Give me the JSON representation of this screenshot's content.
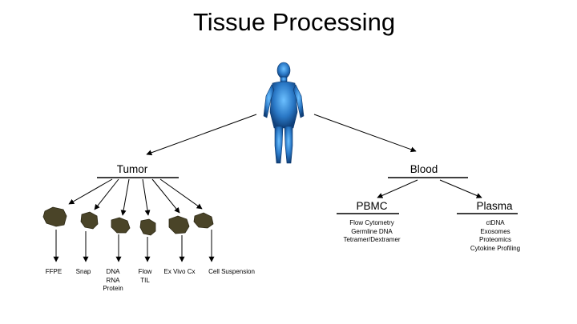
{
  "title": "Tissue Processing",
  "nodes": {
    "tumor": "Tumor",
    "blood": "Blood",
    "pbmc": "PBMC",
    "plasma": "Plasma"
  },
  "tumor_outputs": [
    {
      "label_lines": [
        "FFPE"
      ]
    },
    {
      "label_lines": [
        "Snap"
      ]
    },
    {
      "label_lines": [
        "DNA",
        "RNA",
        "Protein"
      ]
    },
    {
      "label_lines": [
        "Flow",
        "TIL"
      ]
    },
    {
      "label_lines": [
        "Ex Vivo Cx"
      ]
    },
    {
      "label_lines": [
        "Cell Suspension"
      ]
    }
  ],
  "pbmc_items": [
    "Flow Cytometry",
    "Germline DNA",
    "Tetramer/Dextramer"
  ],
  "plasma_items": [
    "ctDNA",
    "Exosomes",
    "Proteomics",
    "Cytokine Profiling"
  ],
  "colors": {
    "body_blue": "#2a78c6",
    "tissue": "#4a4428",
    "line": "#000000"
  },
  "icons": {
    "figure": "human-body-icon",
    "tissue": "tissue-sample-icon"
  }
}
